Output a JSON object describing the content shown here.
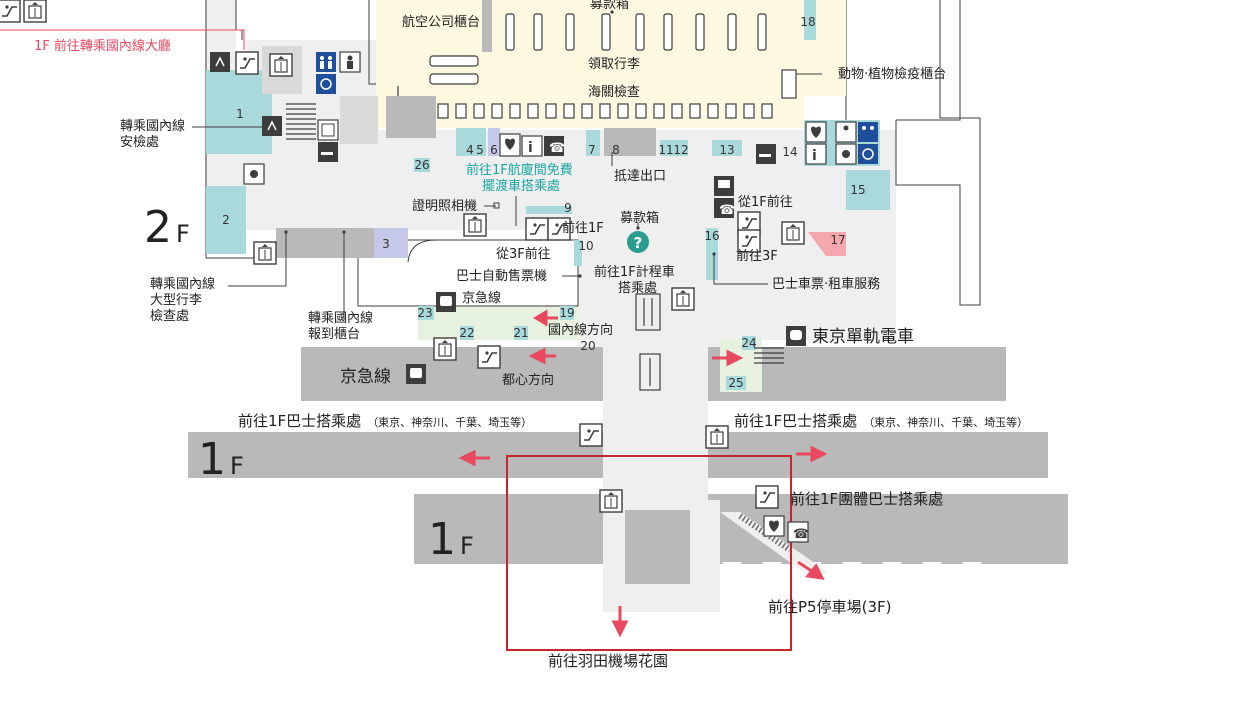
{
  "floors": {
    "upper": "2",
    "lower": "1",
    "unit": "F"
  },
  "colors": {
    "route_red": "#e8495f",
    "highlight_box": "#c1272d",
    "teal_facility": "#a9d9db",
    "baggage_yellow": "#fdf8e0",
    "transit_gray": "#b9b9b9",
    "floor_gray": "#efefef",
    "label_teal": "#1aa5a3",
    "icon_dark": "#3d3d3d",
    "help_teal": "#2a9d8f"
  },
  "labels": {
    "to_domestic_hall_1f": "1F 前往轉乘國內線大廳",
    "airline_counter": "航空公司櫃台",
    "donation_box_top": "募款箱",
    "baggage_claim": "領取行李",
    "customs": "海關檢查",
    "quarantine": "動物‧植物檢疫櫃台",
    "domestic_security_1": "轉乘國內線",
    "domestic_security_2": "安檢處",
    "free_shuttle_1": "前往1F航廈間免費",
    "free_shuttle_2": "擺渡車搭乘處",
    "arrival_exit": "抵達出口",
    "id_photo": "證明照相機",
    "to_1f_a": "前往1F",
    "donation_box": "募款箱",
    "from_1f_a": "從1F前往",
    "to_3f": "前往3F",
    "from_3f": "從3F前往",
    "bus_ticket_machine": "巴士自動售票機",
    "taxi_1": "前往1F計程車",
    "taxi_2": "搭乘處",
    "bus_rental": "巴士車票‧租車服務",
    "baggage_check_1": "轉乘國內線",
    "baggage_check_2": "大型行李",
    "baggage_check_3": "檢查處",
    "checkin_1": "轉乘國內線",
    "checkin_2": "報到櫃台",
    "keikyu_small": "京急線",
    "domestic_direction": "國內線方向",
    "keikyu_big": "京急線",
    "city_direction": "都心方向",
    "monorail": "東京單軌電車",
    "bus_1f": "前往1F巴士搭乘處",
    "bus_1f_detail": "（東京、神奈川、千葉、埼玉等）",
    "group_bus": "前往1F團體巴士搭乘處",
    "p5_parking": "前往P5停車場(3F)",
    "haneda_garden": "前往羽田機場花園"
  },
  "icons": {
    "escalator": "escalator-icon",
    "elevator": "elevator-icon",
    "restroom": "restroom-icon",
    "accessible": "accessible-icon",
    "family_restroom": "family-restroom-icon",
    "smoking": "smoking-icon",
    "aed": "aed-icon",
    "info": "information-icon",
    "phone": "phone-icon",
    "staff_service": "staff-service-icon",
    "help": "help-icon",
    "train": "train-icon",
    "monorail": "monorail-icon",
    "computer": "computer-icon",
    "locker": "locker-icon",
    "nursing": "nursing-room-icon"
  },
  "shops": [
    "1",
    "2",
    "3",
    "4",
    "5",
    "6",
    "7",
    "8",
    "9",
    "10",
    "11",
    "12",
    "13",
    "14",
    "15",
    "16",
    "17",
    "18",
    "19",
    "20",
    "21",
    "22",
    "23",
    "24",
    "25",
    "26"
  ]
}
